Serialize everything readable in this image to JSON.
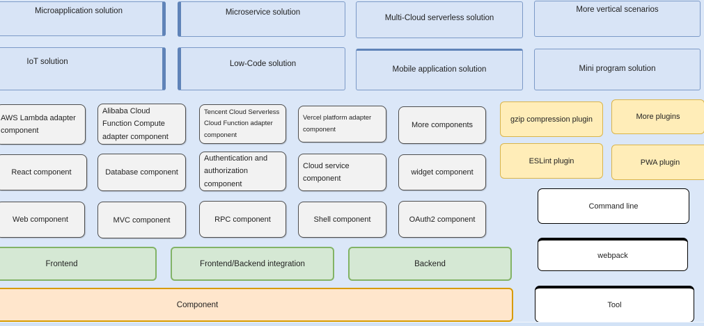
{
  "diagram": {
    "solutions": [
      {
        "label": "Microapplication solution"
      },
      {
        "label": "Microservice solution"
      },
      {
        "label": "Multi-Cloud serverless solution"
      },
      {
        "label": "More vertical scenarios"
      },
      {
        "label": "IoT solution"
      },
      {
        "label": "Low-Code solution"
      },
      {
        "label": "Mobile application solution"
      },
      {
        "label": "Mini program solution"
      }
    ],
    "components": [
      {
        "label": "AWS Lambda adapter component"
      },
      {
        "label": "Alibaba Cloud Function Compute adapter component"
      },
      {
        "label": "Tencent Cloud Serverless Cloud Function adapter component"
      },
      {
        "label": "Vercel platform adapter component"
      },
      {
        "label": "More components"
      },
      {
        "label": "React component"
      },
      {
        "label": "Database component"
      },
      {
        "label": "Authentication and authorization component"
      },
      {
        "label": "Cloud service component"
      },
      {
        "label": "widget component"
      },
      {
        "label": "Web component"
      },
      {
        "label": "MVC component"
      },
      {
        "label": "RPC component"
      },
      {
        "label": "Shell component"
      },
      {
        "label": "OAuth2 component"
      }
    ],
    "plugins": [
      {
        "label": "gzip compression plugin"
      },
      {
        "label": "More plugins"
      },
      {
        "label": "ESLint plugin"
      },
      {
        "label": "PWA plugin"
      }
    ],
    "tools": [
      {
        "label": "Command line"
      },
      {
        "label": "webpack"
      },
      {
        "label": "Tool"
      }
    ],
    "layers": [
      {
        "label": "Frontend"
      },
      {
        "label": "Frontend/Backend integration"
      },
      {
        "label": "Backend"
      },
      {
        "label": "Component"
      }
    ],
    "colors": {
      "background": "#dbe7f8",
      "solution_fill": "#d8e4f6",
      "solution_border": "#7b99c7",
      "solution_accent": "#5f83b8",
      "component_fill": "#f2f2f2",
      "component_border": "#4d4d4d",
      "plugin_fill": "#ffedb8",
      "plugin_border": "#d9b44a",
      "green_fill": "#d5e8d4",
      "green_border": "#82b366",
      "orange_fill": "#ffe6cc",
      "orange_border": "#d79b00",
      "tool_fill": "#ffffff",
      "tool_border": "#000000"
    }
  }
}
